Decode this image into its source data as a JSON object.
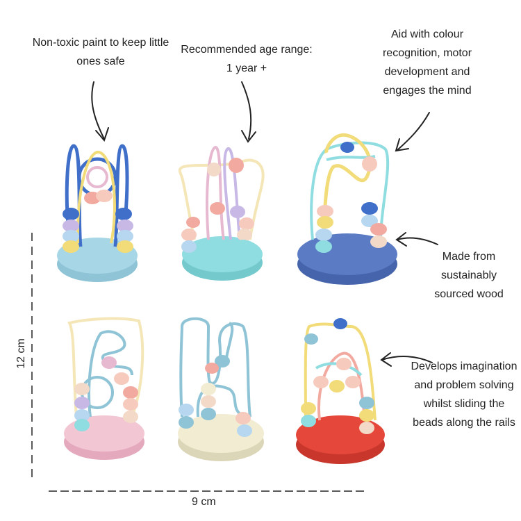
{
  "captions": {
    "non_toxic": "Non-toxic paint to keep little ones safe",
    "age": "Recommended age range: 1 year +",
    "colour": "Aid with colour recognition, motor development and engages the mind",
    "wood": "Made from sustainably sourced wood",
    "imagination": "Develops imagination and problem solving whilst sliding the beads along the rails"
  },
  "dimensions": {
    "height": "12 cm",
    "width": "9 cm"
  },
  "toys": [
    {
      "base_color": "#a7d7e6",
      "name": "light-blue-bead-maze"
    },
    {
      "base_color": "#8fdde0",
      "name": "aqua-bead-maze"
    },
    {
      "base_color": "#5b7cc4",
      "name": "royal-blue-bead-maze"
    },
    {
      "base_color": "#f3c6d4",
      "name": "pink-bead-maze"
    },
    {
      "base_color": "#f1ecd2",
      "name": "cream-bead-maze"
    },
    {
      "base_color": "#e5473b",
      "name": "red-bead-maze"
    }
  ]
}
